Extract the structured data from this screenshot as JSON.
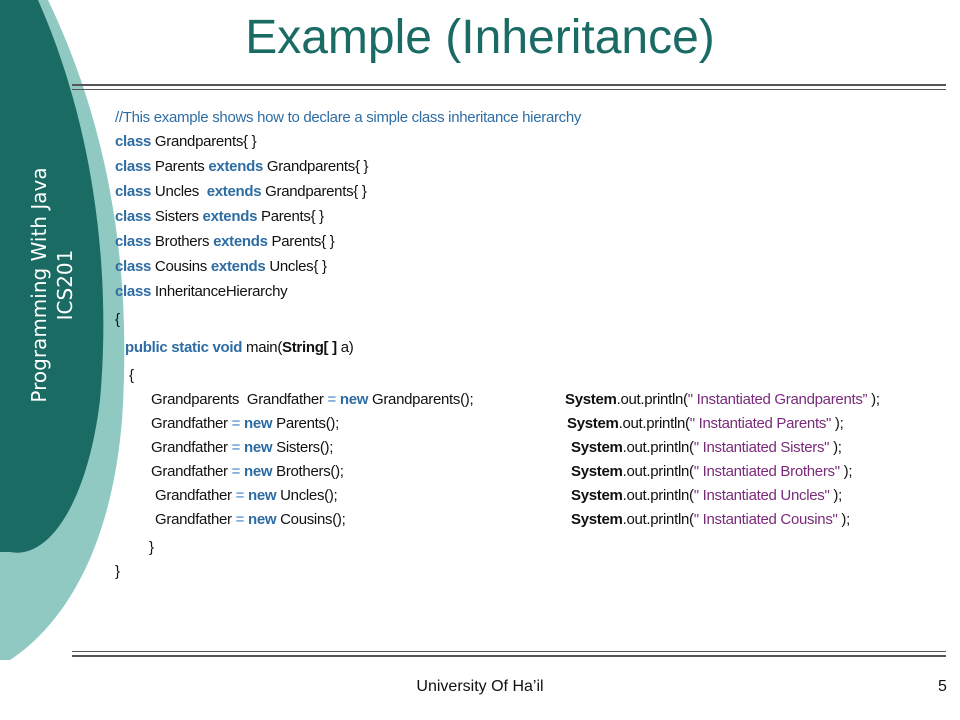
{
  "slide": {
    "title": "Example (Inheritance)",
    "sidebar_line1": "Programming With Java",
    "sidebar_line2": "ICS201",
    "footer": "University Of Ha’il",
    "page_number": "5"
  },
  "colors": {
    "teal": "#1a6b64",
    "light_teal": "#8fc9c2",
    "keyword": "#2e6da4",
    "string": "#7a2a7a"
  },
  "code": {
    "comment": "//This example shows how to declare a simple class inheritance hierarchy",
    "kw_class": "class",
    "kw_extends": "extends",
    "grandparents_decl": " Grandparents{ }",
    "parents_name": " Parents ",
    "uncles_name": " Uncles  ",
    "sisters_name": " Sisters ",
    "brothers_name": " Brothers ",
    "cousins_name": " Cousins ",
    "ext_grandparents": " Grandparents{ }",
    "ext_parents": " Parents{ }",
    "ext_uncles": " Uncles{ }",
    "hierarchy_name": " InheritanceHierarchy",
    "open_brace": "{",
    "close_brace": "}",
    "kw_public": "public",
    "kw_static": "static",
    "kw_void": "void",
    "main_sig": " main(",
    "string_arr": "String[ ]",
    "main_end": " a)",
    "kw_new": "new",
    "eq": "=",
    "kw_system": "System",
    "println": ".out.println(",
    "println_end": " );",
    "var_decl": "Grandparents  Grandfather ",
    "var": "Grandfather ",
    "ctor_grandparents": " Grandparents();",
    "ctor_parents": " Parents();",
    "ctor_sisters": " Sisters();",
    "ctor_brothers": " Brothers();",
    "ctor_uncles": " Uncles();",
    "ctor_cousins": " Cousins();",
    "str_grandparents": "\" Instantiated Grandparents”",
    "str_parents": "\" Instantiated Parents\"",
    "str_sisters": "\" Instantiated Sisters\"",
    "str_brothers": "\" Instantiated Brothers\"",
    "str_uncles": "\" Instantiated Uncles\"",
    "str_cousins": "\" Instantiated Cousins\""
  }
}
